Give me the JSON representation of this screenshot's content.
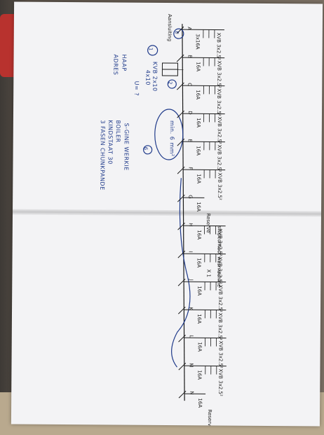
{
  "document": {
    "title": "Aansluiting",
    "supply": {
      "lines": [
        "KVB 2x10",
        "4x10"
      ],
      "u_label": "U= ?",
      "tags": [
        "HAAP",
        "ADRES"
      ],
      "circle_labels": [
        "E",
        "1",
        "2"
      ]
    },
    "notes": [
      "S-GINE WERKIE",
      "BOILER",
      "KINDSTAAT 30",
      "3 FASEN CHUNKPANDE"
    ],
    "box": {
      "text": "min. 6 mm²",
      "tag": "6"
    },
    "groups": [
      {
        "id": "A",
        "fuse": "3x16A",
        "cable": "XVB 3x2.5²"
      },
      {
        "id": "B",
        "fuse": "16A",
        "cable": "XVB 3x2.5²"
      },
      {
        "id": "C",
        "fuse": "16A",
        "cable": "XVB 3x2.5²"
      },
      {
        "id": "D",
        "fuse": "16A",
        "cable": "XVB 3x2.5²"
      },
      {
        "id": "E",
        "fuse": "16A",
        "cable": "XVB 3x2.5²"
      },
      {
        "id": "F",
        "fuse": "16A",
        "cable": "XVB 3x2.5²",
        "extra": "stopcontact wasmachine"
      },
      {
        "id": "G",
        "fuse": "16A",
        "extra": "Reserve"
      },
      {
        "id": "H",
        "fuse": "16A",
        "cable": "XVB 3x2.5²"
      },
      {
        "id": "I",
        "fuse": "16A",
        "cable": "XVB 3x2.5²",
        "extra": "X 1"
      },
      {
        "id": "J",
        "fuse": "16A",
        "cable": "XVB 3x2.5²"
      },
      {
        "id": "K",
        "fuse": "16A",
        "cable": "XVB 3x2.5²"
      },
      {
        "id": "L",
        "fuse": "16A",
        "cable": "XVB 3x2.5²"
      },
      {
        "id": "M",
        "fuse": "16A",
        "cable": "XVB 3x2.5²"
      },
      {
        "id": "N",
        "fuse": "16A",
        "extra": "Reserve"
      }
    ]
  }
}
